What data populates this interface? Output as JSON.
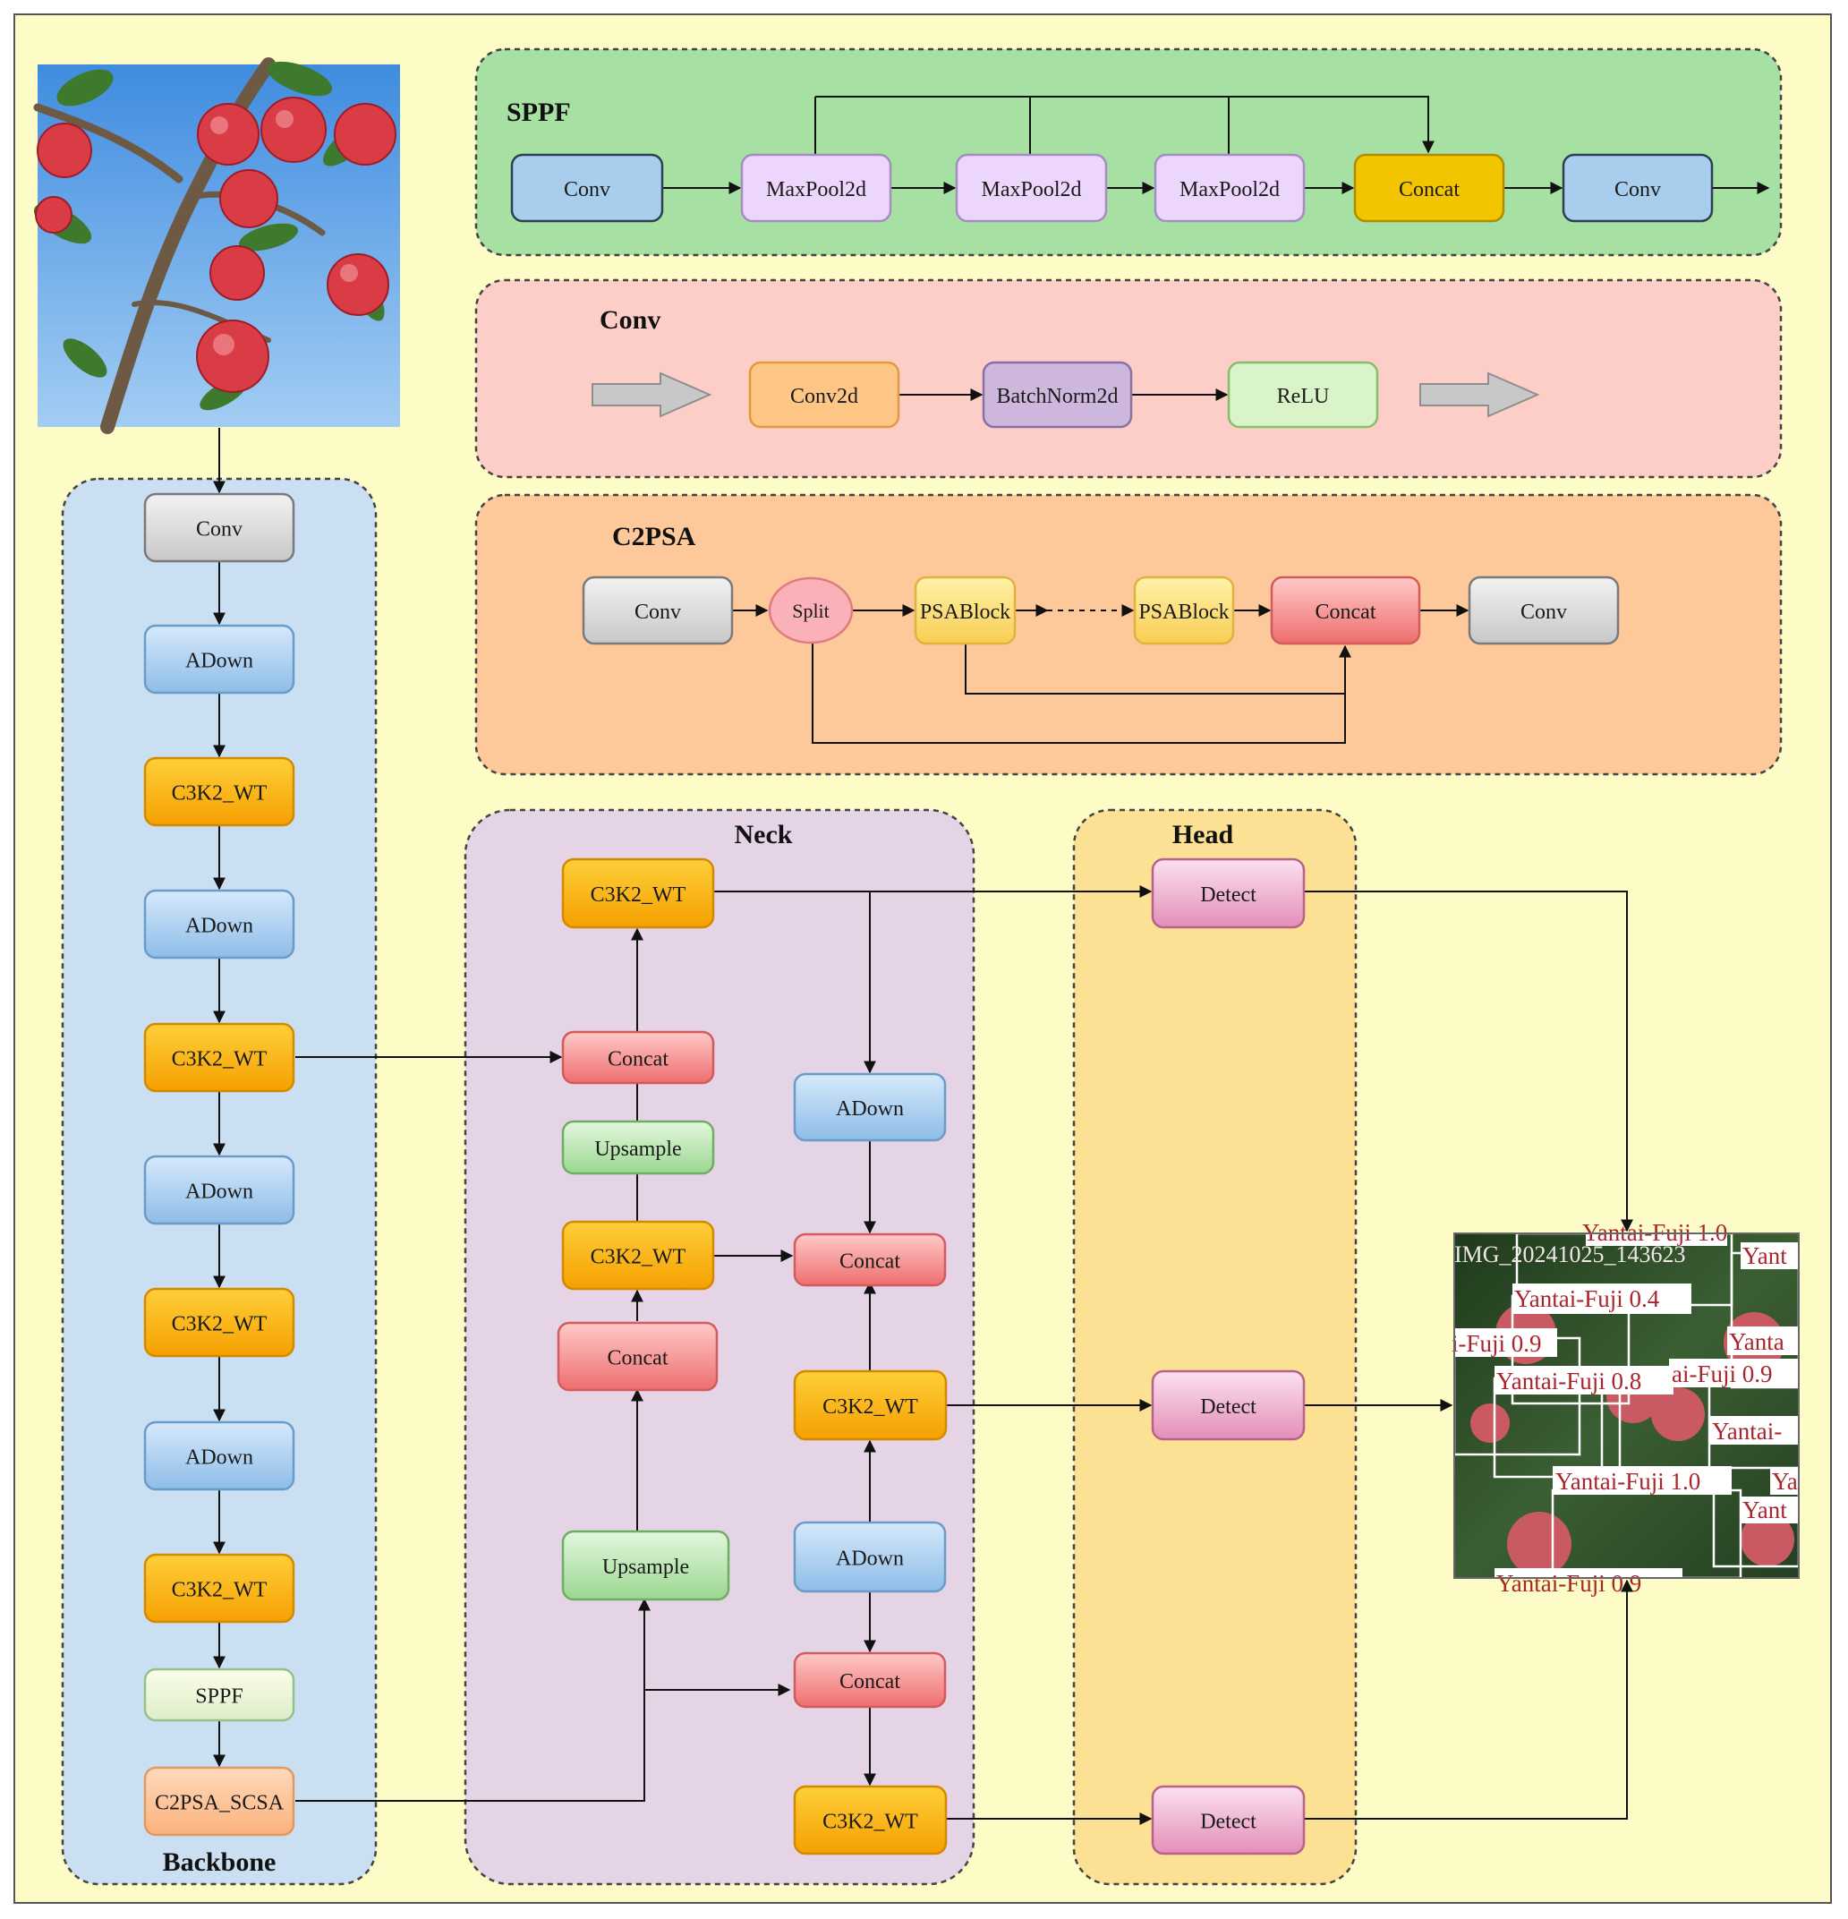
{
  "panels": {
    "sppf": "SPPF",
    "conv": "Conv",
    "c2psa": "C2PSA",
    "neck": "Neck",
    "head": "Head",
    "backbone": "Backbone"
  },
  "sppf_blocks": [
    "Conv",
    "MaxPool2d",
    "MaxPool2d",
    "MaxPool2d",
    "Concat",
    "Conv"
  ],
  "conv_blocks": [
    "Conv2d",
    "BatchNorm2d",
    "ReLU"
  ],
  "c2psa_blocks": [
    "Conv",
    "Split",
    "PSABlock",
    "PSABlock",
    "Concat",
    "Conv"
  ],
  "backbone_blocks": [
    "Conv",
    "ADown",
    "C3K2_WT",
    "ADown",
    "C3K2_WT",
    "ADown",
    "C3K2_WT",
    "ADown",
    "C3K2_WT",
    "SPPF",
    "C2PSA_SCSA"
  ],
  "neck_blocks": {
    "c3k2_top": "C3K2_WT",
    "concat_1": "Concat",
    "upsample_1": "Upsample",
    "c3k2_mid": "C3K2_WT",
    "concat_2": "Concat",
    "upsample_2": "Upsample",
    "adown_1": "ADown",
    "concat_3": "Concat",
    "c3k2_right": "C3K2_WT",
    "adown_2": "ADown",
    "concat_4": "Concat",
    "c3k2_bottom": "C3K2_WT"
  },
  "head_blocks": [
    "Detect",
    "Detect",
    "Detect"
  ],
  "detection_labels": [
    "Yantai-Fuji 1.0",
    "IMG_20241025_143623",
    "Yant",
    "Yantai-Fuji 0.4",
    "i-Fuji 0.9",
    "Yanta",
    "Yantai-Fuji 0.8",
    "ai-Fuji 0.9",
    "Yantai-",
    "Yantai-Fuji 1.0",
    "Ya",
    "Yant",
    "Yantai-Fuji 0.9"
  ],
  "colors": {
    "page_background": "#fdfbc6",
    "sppf_panel": "#a7e0a3",
    "conv_panel": "#fdcdc7",
    "c2psa_panel": "#fdc89a",
    "backbone_panel": "#cbdff2",
    "neck_panel": "#e5d3e6",
    "head_panel": "#fce194"
  }
}
